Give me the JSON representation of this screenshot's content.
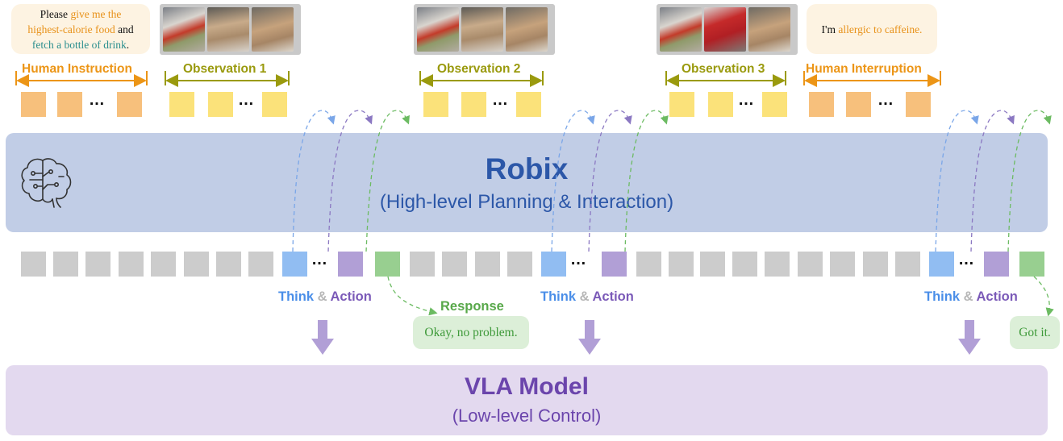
{
  "instruction": {
    "line1_pre": "Please ",
    "line1_hl": "give me the",
    "line2_hl": "highest-calorie food",
    "line2_post": " and",
    "line3_hl": "fetch a bottle of drink",
    "line3_post": "."
  },
  "interruption": {
    "pre": "I'm ",
    "hl": "allergic to caffeine."
  },
  "labels": {
    "human_instruction": "Human Instruction",
    "observation1": "Observation 1",
    "observation2": "Observation 2",
    "observation3": "Observation 3",
    "human_interruption": "Human Interruption"
  },
  "dots": "…",
  "robix": {
    "title": "Robix",
    "subtitle": "(High-level Planning & Interaction)"
  },
  "vla": {
    "title": "VLA Model",
    "subtitle": "(Low-level Control)"
  },
  "think_action": {
    "think": "Think",
    "amp": " & ",
    "action": "Action"
  },
  "response": {
    "label": "Response",
    "text1": "Okay, no problem.",
    "text2": "Got it."
  },
  "colors": {
    "orange_token": "#f7c07c",
    "yellow_token": "#fbe27a",
    "gray_token": "#cccccc",
    "think_blue": "#91bdf2",
    "action_purple": "#b19fd6",
    "response_green": "#98cf90",
    "robix_band": "#c1cde6",
    "vla_band": "#e3d9ef"
  }
}
